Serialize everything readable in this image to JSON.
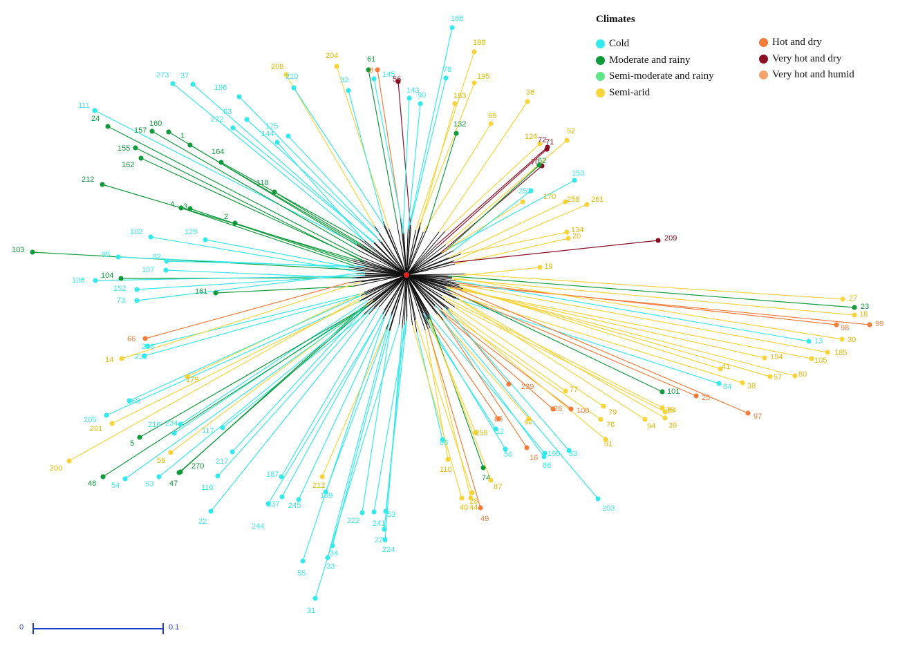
{
  "legend": {
    "title": "Climates",
    "items": [
      {
        "key": "cold",
        "label": "Cold",
        "color": "#35e8ea"
      },
      {
        "key": "moderate_rainy",
        "label": "Moderate and rainy",
        "color": "#109a3c"
      },
      {
        "key": "semi_moderate_rainy",
        "label": "Semi-moderate and rainy",
        "color": "#5fe58a"
      },
      {
        "key": "semi_arid",
        "label": "Semi-arid",
        "color": "#f7d43a"
      },
      {
        "key": "hot_dry",
        "label": "Hot and dry",
        "color": "#f27c3a"
      },
      {
        "key": "very_hot_dry",
        "label": "Very hot and dry",
        "color": "#8b0e25"
      },
      {
        "key": "very_hot_humid",
        "label": "Very hot and humid",
        "color": "#f5a46e"
      }
    ]
  },
  "scale_bar": {
    "left_label": "0",
    "right_label": "0.1"
  },
  "root_color": "#e0241b",
  "leaves": [
    {
      "label": "168",
      "climate": "cold"
    },
    {
      "label": "188",
      "climate": "semi_arid"
    },
    {
      "label": "204",
      "climate": "semi_arid"
    },
    {
      "label": "61",
      "climate": "moderate_rainy"
    },
    {
      "label": "8",
      "climate": "hot_dry"
    },
    {
      "label": "145",
      "climate": "cold"
    },
    {
      "label": "56",
      "climate": "very_hot_dry"
    },
    {
      "label": "78",
      "climate": "cold"
    },
    {
      "label": "195",
      "climate": "semi_arid"
    },
    {
      "label": "208",
      "climate": "semi_arid"
    },
    {
      "label": "273",
      "climate": "cold"
    },
    {
      "label": "37",
      "climate": "cold"
    },
    {
      "label": "196",
      "climate": "cold"
    },
    {
      "label": "210",
      "climate": "cold"
    },
    {
      "label": "32",
      "climate": "cold"
    },
    {
      "label": "143",
      "climate": "cold"
    },
    {
      "label": "90",
      "climate": "cold"
    },
    {
      "label": "183",
      "climate": "semi_arid"
    },
    {
      "label": "36",
      "climate": "semi_arid"
    },
    {
      "label": "111",
      "climate": "cold"
    },
    {
      "label": "63",
      "climate": "cold"
    },
    {
      "label": "69",
      "climate": "semi_arid"
    },
    {
      "label": "24",
      "climate": "moderate_rainy"
    },
    {
      "label": "157",
      "climate": "moderate_rainy"
    },
    {
      "label": "160",
      "climate": "moderate_rainy"
    },
    {
      "label": "1",
      "climate": "moderate_rainy"
    },
    {
      "label": "272",
      "climate": "cold"
    },
    {
      "label": "175",
      "climate": "cold"
    },
    {
      "label": "144",
      "climate": "cold"
    },
    {
      "label": "124",
      "climate": "semi_arid"
    },
    {
      "label": "72",
      "climate": "very_hot_dry"
    },
    {
      "label": "71",
      "climate": "very_hot_dry"
    },
    {
      "label": "52",
      "climate": "semi_arid"
    },
    {
      "label": "132",
      "climate": "moderate_rainy"
    },
    {
      "label": "164",
      "climate": "moderate_rainy"
    },
    {
      "label": "155",
      "climate": "moderate_rainy"
    },
    {
      "label": "162",
      "climate": "moderate_rainy"
    },
    {
      "label": "153",
      "climate": "cold"
    },
    {
      "label": "212",
      "climate": "moderate_rainy"
    },
    {
      "label": "118",
      "climate": "moderate_rainy"
    },
    {
      "label": "70",
      "climate": "very_hot_dry"
    },
    {
      "label": "62",
      "climate": "moderate_rainy"
    },
    {
      "label": "4",
      "climate": "moderate_rainy"
    },
    {
      "label": "3",
      "climate": "moderate_rainy"
    },
    {
      "label": "2",
      "climate": "moderate_rainy"
    },
    {
      "label": "170",
      "climate": "semi_arid"
    },
    {
      "label": "258",
      "climate": "semi_arid"
    },
    {
      "label": "261",
      "climate": "semi_arid"
    },
    {
      "label": "252",
      "climate": "cold"
    },
    {
      "label": "134",
      "climate": "semi_arid"
    },
    {
      "label": "102",
      "climate": "cold"
    },
    {
      "label": "129",
      "climate": "cold"
    },
    {
      "label": "20",
      "climate": "semi_arid"
    },
    {
      "label": "103",
      "climate": "moderate_rainy"
    },
    {
      "label": "95",
      "climate": "cold"
    },
    {
      "label": "82",
      "climate": "cold"
    },
    {
      "label": "209",
      "climate": "very_hot_dry"
    },
    {
      "label": "107",
      "climate": "cold"
    },
    {
      "label": "104",
      "climate": "moderate_rainy"
    },
    {
      "label": "106",
      "climate": "cold"
    },
    {
      "label": "152",
      "climate": "cold"
    },
    {
      "label": "19",
      "climate": "semi_arid"
    },
    {
      "label": "73",
      "climate": "cold"
    },
    {
      "label": "161",
      "climate": "moderate_rainy"
    },
    {
      "label": "27",
      "climate": "semi_arid"
    },
    {
      "label": "23",
      "climate": "moderate_rainy"
    },
    {
      "label": "18",
      "climate": "semi_arid"
    },
    {
      "label": "98",
      "climate": "hot_dry"
    },
    {
      "label": "99",
      "climate": "hot_dry"
    },
    {
      "label": "66",
      "climate": "hot_dry"
    },
    {
      "label": "206",
      "climate": "cold"
    },
    {
      "label": "30",
      "climate": "semi_arid"
    },
    {
      "label": "13",
      "climate": "cold"
    },
    {
      "label": "185",
      "climate": "semi_arid"
    },
    {
      "label": "194",
      "climate": "semi_arid"
    },
    {
      "label": "105",
      "climate": "semi_arid"
    },
    {
      "label": "14",
      "climate": "semi_arid"
    },
    {
      "label": "232",
      "climate": "cold"
    },
    {
      "label": "41",
      "climate": "semi_arid"
    },
    {
      "label": "57",
      "climate": "semi_arid"
    },
    {
      "label": "80",
      "climate": "semi_arid"
    },
    {
      "label": "179",
      "climate": "semi_arid"
    },
    {
      "label": "38",
      "climate": "semi_arid"
    },
    {
      "label": "64",
      "climate": "cold"
    },
    {
      "label": "239",
      "climate": "hot_dry"
    },
    {
      "label": "101",
      "climate": "moderate_rainy"
    },
    {
      "label": "25",
      "climate": "hot_dry"
    },
    {
      "label": "268",
      "climate": "cold"
    },
    {
      "label": "77",
      "climate": "semi_arid"
    },
    {
      "label": "26",
      "climate": "hot_dry"
    },
    {
      "label": "100",
      "climate": "hot_dry"
    },
    {
      "label": "97",
      "climate": "hot_dry"
    },
    {
      "label": "205",
      "climate": "cold"
    },
    {
      "label": "201",
      "climate": "semi_arid"
    },
    {
      "label": "79",
      "climate": "semi_arid"
    },
    {
      "label": "35",
      "climate": "semi_arid"
    },
    {
      "label": "84",
      "climate": "semi_arid"
    },
    {
      "label": "76",
      "climate": "semi_arid"
    },
    {
      "label": "94",
      "climate": "semi_arid"
    },
    {
      "label": "39",
      "climate": "semi_arid"
    },
    {
      "label": "216",
      "climate": "cold"
    },
    {
      "label": "234",
      "climate": "cold"
    },
    {
      "label": "42",
      "climate": "semi_arid"
    },
    {
      "label": "85",
      "climate": "hot_dry"
    },
    {
      "label": "12",
      "climate": "cold"
    },
    {
      "label": "5",
      "climate": "moderate_rainy"
    },
    {
      "label": "117",
      "climate": "cold"
    },
    {
      "label": "259",
      "climate": "semi_arid"
    },
    {
      "label": "91",
      "climate": "semi_arid"
    },
    {
      "label": "96",
      "climate": "cold"
    },
    {
      "label": "50",
      "climate": "cold"
    },
    {
      "label": "198",
      "climate": "cold"
    },
    {
      "label": "83",
      "climate": "cold"
    },
    {
      "label": "16",
      "climate": "hot_dry"
    },
    {
      "label": "86",
      "climate": "cold"
    },
    {
      "label": "59",
      "climate": "semi_arid"
    },
    {
      "label": "200",
      "climate": "semi_arid"
    },
    {
      "label": "270",
      "climate": "moderate_rainy"
    },
    {
      "label": "217",
      "climate": "cold"
    },
    {
      "label": "110",
      "climate": "semi_arid"
    },
    {
      "label": "48",
      "climate": "moderate_rainy"
    },
    {
      "label": "54",
      "climate": "cold"
    },
    {
      "label": "53",
      "climate": "cold"
    },
    {
      "label": "47",
      "climate": "moderate_rainy"
    },
    {
      "label": "116",
      "climate": "cold"
    },
    {
      "label": "187",
      "climate": "cold"
    },
    {
      "label": "74",
      "climate": "moderate_rainy"
    },
    {
      "label": "87",
      "climate": "semi_arid"
    },
    {
      "label": "212",
      "climate": "semi_arid"
    },
    {
      "label": "199",
      "climate": "cold"
    },
    {
      "label": "237",
      "climate": "cold"
    },
    {
      "label": "28",
      "climate": "semi_arid"
    },
    {
      "label": "40",
      "climate": "semi_arid"
    },
    {
      "label": "44",
      "climate": "semi_arid"
    },
    {
      "label": "49",
      "climate": "hot_dry"
    },
    {
      "label": "203",
      "climate": "cold"
    },
    {
      "label": "244",
      "climate": "cold"
    },
    {
      "label": "245",
      "climate": "cold"
    },
    {
      "label": "22",
      "climate": "cold"
    },
    {
      "label": "222",
      "climate": "cold"
    },
    {
      "label": "241",
      "climate": "cold"
    },
    {
      "label": "53",
      "climate": "cold"
    },
    {
      "label": "225",
      "climate": "cold"
    },
    {
      "label": "224",
      "climate": "cold"
    },
    {
      "label": "34",
      "climate": "cold"
    },
    {
      "label": "33",
      "climate": "cold"
    },
    {
      "label": "55",
      "climate": "cold"
    },
    {
      "label": "31",
      "climate": "cold"
    }
  ]
}
